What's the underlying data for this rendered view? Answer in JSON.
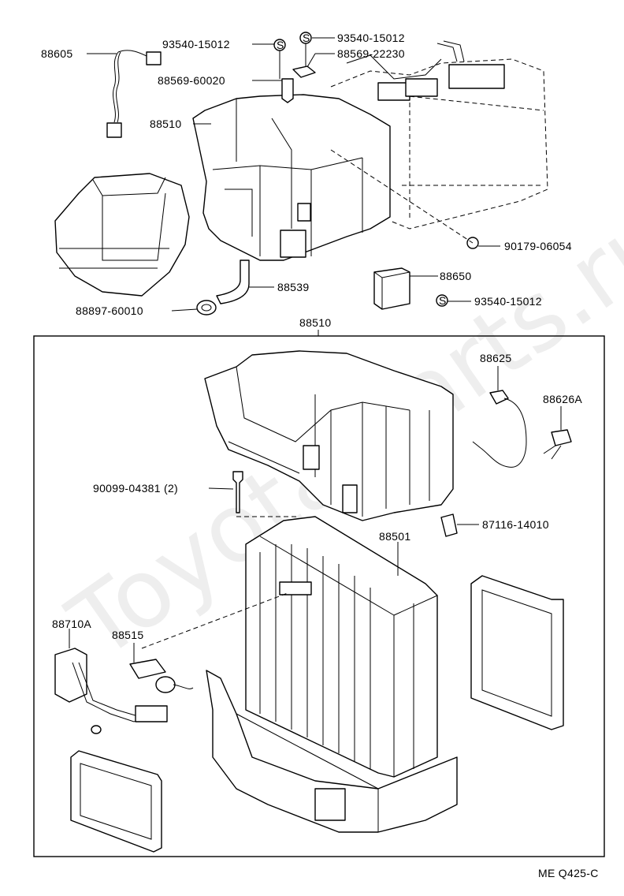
{
  "watermark": "Toyota-Parts.ru",
  "footer_code": "ME Q425-C",
  "labels": {
    "p88605": "88605",
    "p93540_15012_a": "93540-15012",
    "p93540_15012_b": "93540-15012",
    "p88569_22230": "88569-22230",
    "p88569_60020": "88569-60020",
    "p88510_top": "88510",
    "p90179_06054": "90179-06054",
    "p88650": "88650",
    "p88539": "88539",
    "p93540_15012_c": "93540-15012",
    "p88897_60010": "88897-60010",
    "p88510_box": "88510",
    "p88625": "88625",
    "p88626A": "88626A",
    "p90099_04381": "90099-04381 (2)",
    "p87116_14010": "87116-14010",
    "p88501": "88501",
    "p88710A": "88710A",
    "p88515": "88515"
  },
  "symbols": {
    "s_marker": "S"
  }
}
